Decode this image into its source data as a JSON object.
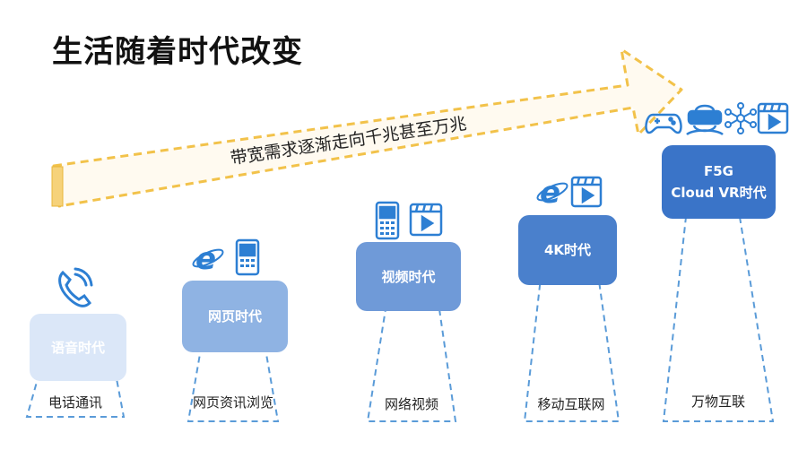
{
  "title": "生活随着时代改变",
  "arrow_text": "带宽需求逐渐走向千兆甚至万兆",
  "stages": [
    {
      "era": "语音时代",
      "caption": "电话通讯",
      "color": "#dbe7f8",
      "icons": [
        "phone-call-icon"
      ]
    },
    {
      "era": "网页时代",
      "caption": "网页资讯浏览",
      "color": "#8fb3e3",
      "icons": [
        "ie-browser-icon",
        "mobile-phone-icon"
      ]
    },
    {
      "era": "视频时代",
      "caption": "网络视频",
      "color": "#6f9ad8",
      "icons": [
        "feature-phone-icon",
        "video-player-icon"
      ]
    },
    {
      "era": "4K时代",
      "caption": "移动互联网",
      "color": "#4a80cc",
      "icons": [
        "ie-browser-icon",
        "video-player-icon"
      ]
    },
    {
      "era_lines": [
        "F5G",
        "Cloud VR时代"
      ],
      "caption": "万物互联",
      "color": "#3a74c8",
      "icons": [
        "gamepad-icon",
        "vr-headset-icon",
        "network-icon",
        "video-player-icon"
      ]
    }
  ]
}
